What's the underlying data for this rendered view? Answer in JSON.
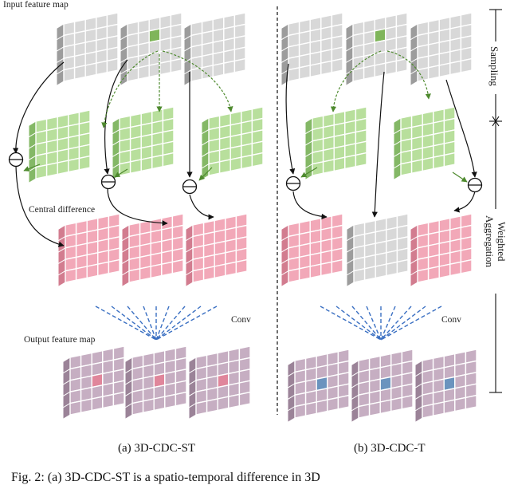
{
  "labels": {
    "input_feature_map": "Input feature map",
    "central_difference": "Central difference",
    "output_feature_map": "Output feature map",
    "conv_left": "Conv",
    "conv_right": "Conv"
  },
  "captions": {
    "left": "(a) 3D-CDC-ST",
    "right": "(b) 3D-CDC-T",
    "bottom_cut": "Fig. 2: (a) 3D-CDC-ST is a spatio-temporal difference in 3D"
  },
  "side_labels": {
    "sampling": "Sampling",
    "weighted_line1": "Weighted",
    "weighted_line2": "Aggregation"
  },
  "operator_symbol": "⊖",
  "colors": {
    "gray_face": "#d8d8d8",
    "gray_side": "#9c9c9c",
    "gray_top": "#bdbdbd",
    "green_face": "#b8df9c",
    "green_side": "#84b866",
    "green_top": "#a5cf86",
    "pink_face": "#f2a8b8",
    "pink_side": "#d27c8f",
    "pink_top": "#e596a7",
    "mauve_face": "#c6aec2",
    "mauve_side": "#9b8398",
    "mauve_top": "#b39cb0",
    "highlight_green": "#7fb55a",
    "highlight_pink": "#e0869b",
    "highlight_blue": "#6b93be",
    "arrow_green": "#4e8a2e",
    "conv_dash": "#3a6fc2"
  }
}
